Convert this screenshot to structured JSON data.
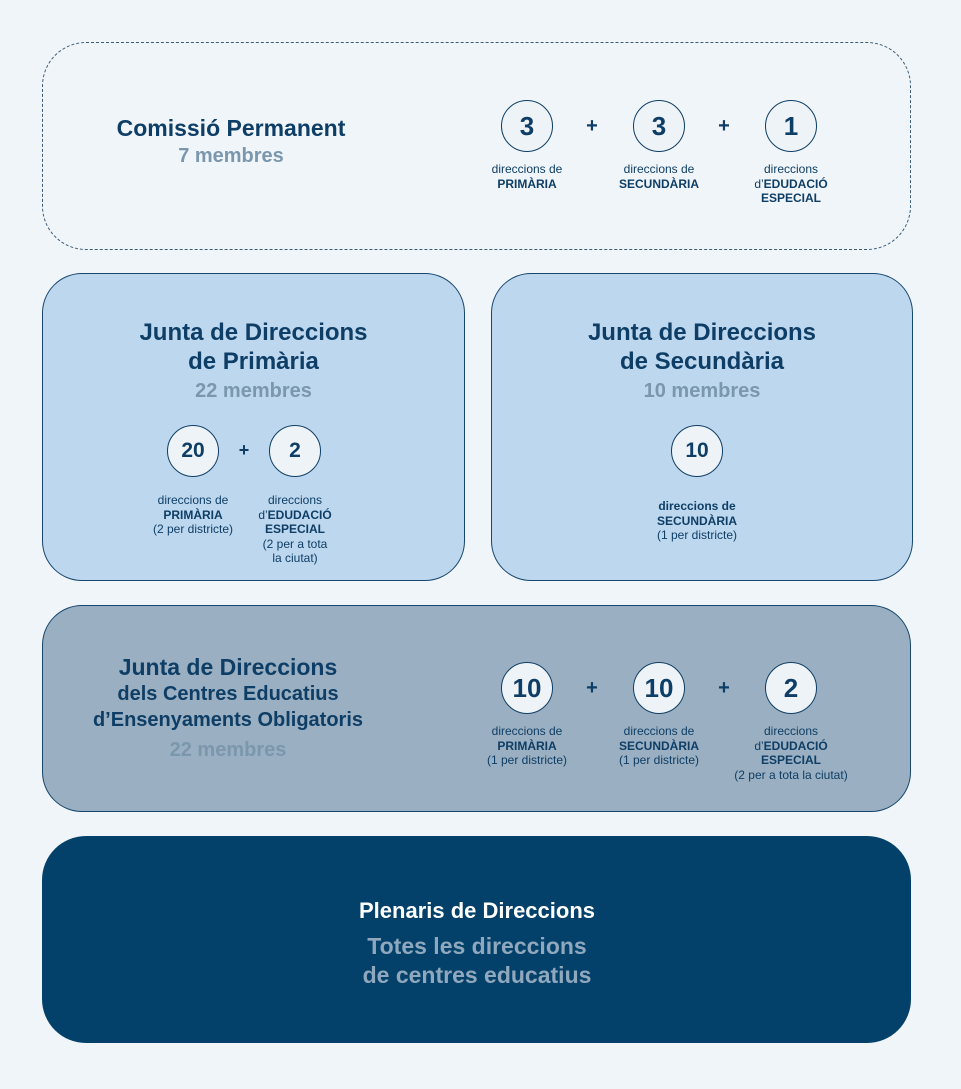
{
  "permanent": {
    "title": "Comissió Permanent",
    "subtitle": "7 membres",
    "items": [
      {
        "count": "3",
        "line1": "direccions de",
        "line2": "PRIMÀRIA"
      },
      {
        "count": "3",
        "line1": "direccions de",
        "line2": "SECUNDÀRIA"
      },
      {
        "count": "1",
        "line1": "direccions",
        "line2_prefix": "d’",
        "line2": "EDUDACIÓ",
        "line3": "ESPECIAL"
      }
    ],
    "plus": "+"
  },
  "primaria": {
    "title_line1": "Junta de Direccions",
    "title_line2": "de Primària",
    "subtitle": "22 membres",
    "items": [
      {
        "count": "20",
        "line1": "direccions de",
        "line2": "PRIMÀRIA",
        "line3": "(2 per districte)"
      },
      {
        "count": "2",
        "line1": "direccions",
        "line2_prefix": "d’",
        "line2": "EDUDACIÓ",
        "line3": "ESPECIAL",
        "line4": "(2 per a tota",
        "line5": "la ciutat)"
      }
    ],
    "plus": "+"
  },
  "secundaria": {
    "title_line1": "Junta de Direccions",
    "title_line2": "de Secundària",
    "subtitle": "10 membres",
    "items": [
      {
        "count": "10",
        "line1": "direccions de",
        "line2": "SECUNDÀRIA",
        "line3": "(1 per districte)"
      }
    ]
  },
  "obligatoris": {
    "title_line1": "Junta de Direccions",
    "title_line2": "dels Centres Educatius",
    "title_line3": "d’Ensenyaments Obligatoris",
    "subtitle": "22 membres",
    "items": [
      {
        "count": "10",
        "line1": "direccions de",
        "line2": "PRIMÀRIA",
        "line3": "(1 per districte)"
      },
      {
        "count": "10",
        "line1": "direccions de",
        "line2": "SECUNDÀRIA",
        "line3": "(1 per districte)"
      },
      {
        "count": "2",
        "line1": "direccions",
        "line2_prefix": "d’",
        "line2": "EDUDACIÓ",
        "line3": "ESPECIAL",
        "line4": "(2 per a tota la ciutat)"
      }
    ],
    "plus": "+"
  },
  "plenaris": {
    "title": "Plenaris de Direccions",
    "subtitle_line1": "Totes les direccions",
    "subtitle_line2": "de centres educatius"
  }
}
